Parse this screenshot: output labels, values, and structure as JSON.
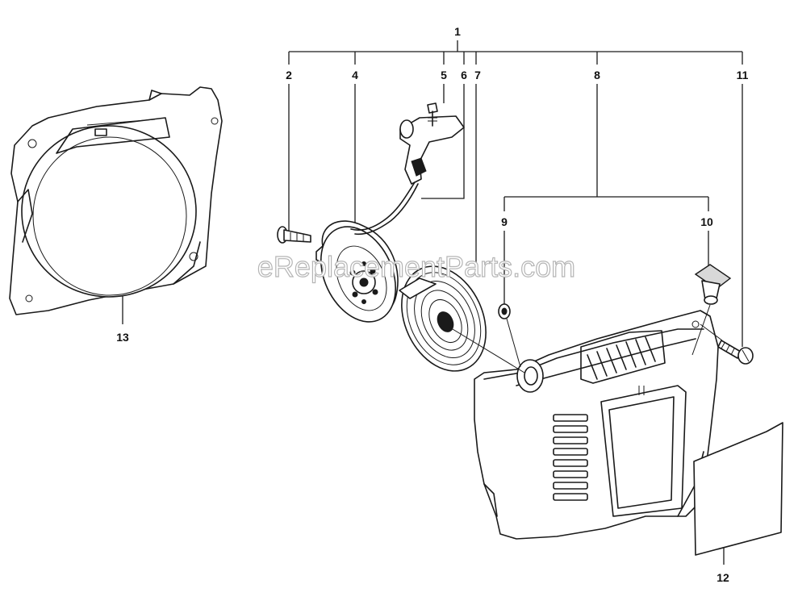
{
  "watermark": "eReplacementParts.com",
  "callouts": {
    "c1": "1",
    "c2": "2",
    "c4": "4",
    "c5": "5",
    "c6": "6",
    "c7": "7",
    "c8": "8",
    "c9": "9",
    "c10": "10",
    "c11": "11",
    "c12": "12",
    "c13": "13"
  }
}
